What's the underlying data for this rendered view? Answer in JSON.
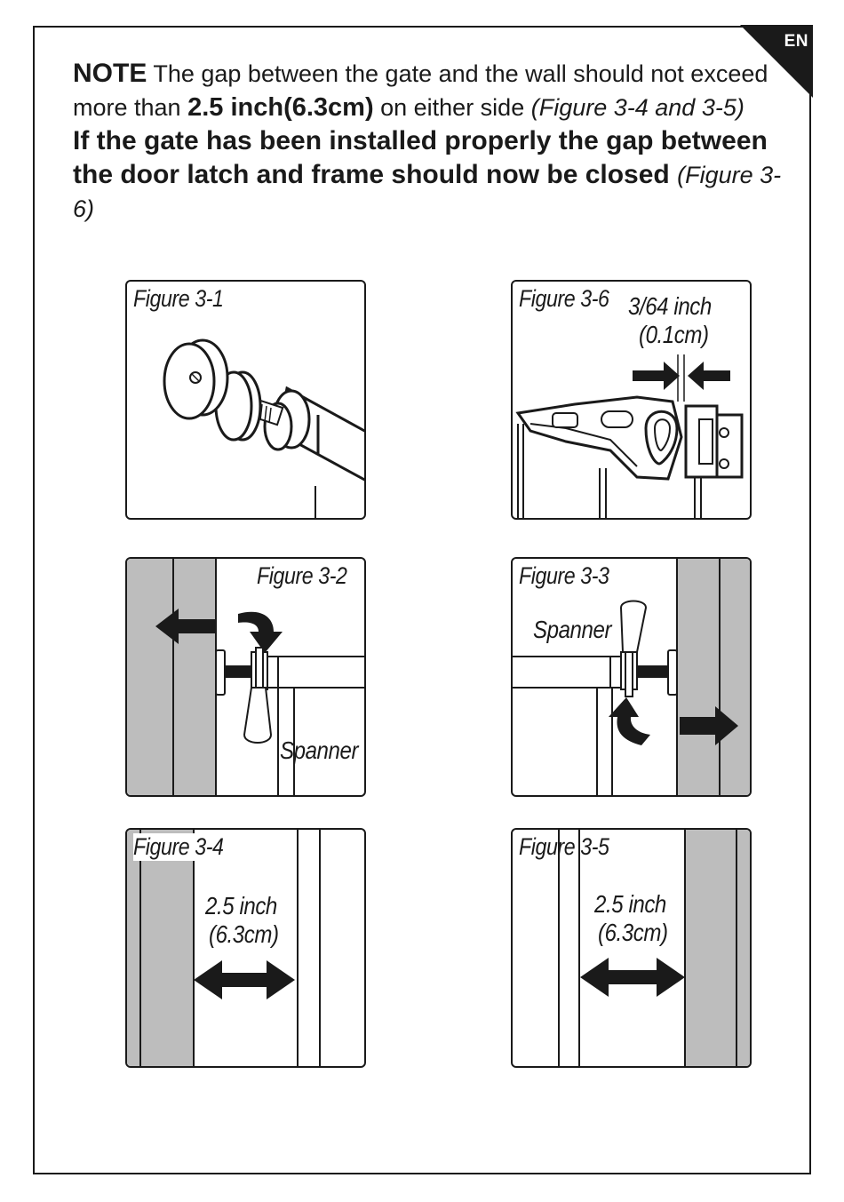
{
  "language_badge": "EN",
  "note": {
    "lead": "NOTE",
    "text1": " The gap between the gate and the wall should not exceed more than ",
    "emphasis": "2.5 inch(6.3cm)",
    "text2": " on either side ",
    "ref": "(Figure 3-4 and 3-5)"
  },
  "warning": {
    "text": "If the gate has been installed properly the gap between the door latch and frame should now be closed ",
    "ref": "(Figure 3-6)"
  },
  "figures": {
    "fig1": {
      "label": "Figure 3-1"
    },
    "fig6": {
      "label": "Figure 3-6",
      "gap_line1": "3/64 inch",
      "gap_line2": "(0.1cm)"
    },
    "fig2": {
      "label": "Figure 3-2",
      "spanner": "Spanner"
    },
    "fig3": {
      "label": "Figure 3-3",
      "spanner": "Spanner"
    },
    "fig4": {
      "label": "Figure 3-4",
      "gap_line1": "2.5 inch",
      "gap_line2": "(6.3cm)"
    },
    "fig5": {
      "label": "Figure 3-5",
      "gap_line1": "2.5 inch",
      "gap_line2": "(6.3cm)"
    }
  },
  "colors": {
    "ink": "#1a1a1a",
    "wall_gray": "#bdbdbd",
    "paper": "#ffffff"
  }
}
